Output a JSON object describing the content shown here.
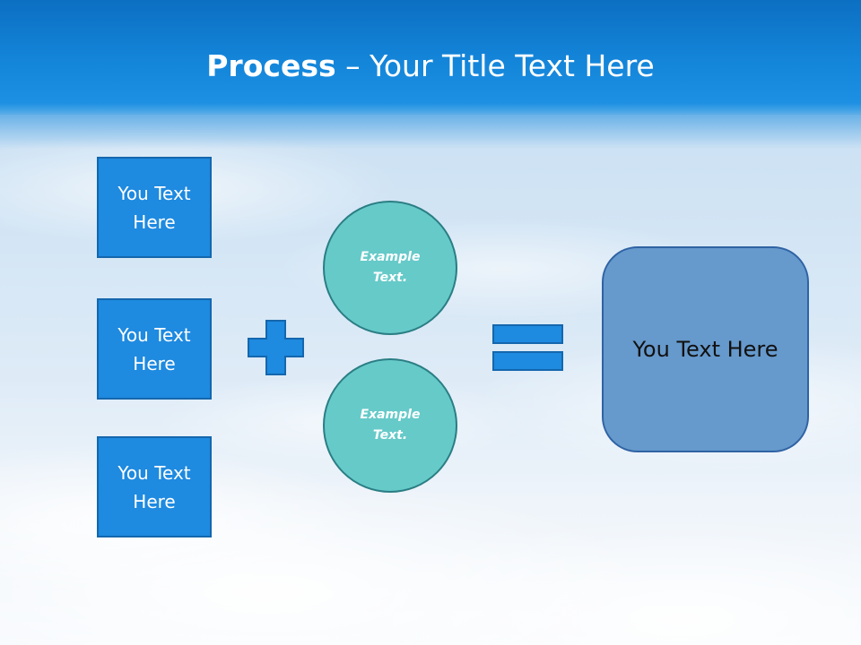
{
  "slide": {
    "title_bold": "Process",
    "title_separator": " – ",
    "title_rest": "Your Title Text Here"
  },
  "inputs": [
    {
      "label": "You Text Here"
    },
    {
      "label": "You Text Here"
    },
    {
      "label": "You Text Here"
    }
  ],
  "circles": [
    {
      "label": "Example Text."
    },
    {
      "label": "Example Text."
    }
  ],
  "result": {
    "label": "You Text Here"
  },
  "operators": {
    "plus": "plus-icon",
    "equals": "equals-icon"
  },
  "colors": {
    "title_bar": "#1486da",
    "box_fill": "#1e8ae0",
    "circle_fill": "#66cac9",
    "result_fill": "#6699cc"
  }
}
